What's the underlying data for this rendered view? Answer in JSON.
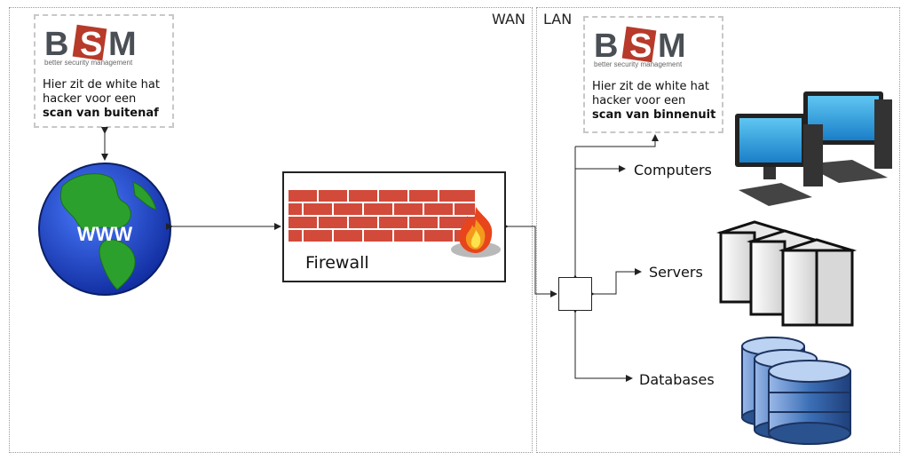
{
  "zones": {
    "wan_label": "WAN",
    "lan_label": "LAN"
  },
  "hacker_outside": {
    "logo_text": "BSM",
    "logo_tagline": "better security management",
    "line1": "Hier zit de white hat",
    "line2": "hacker voor een",
    "line3": "scan van buitenaf"
  },
  "hacker_inside": {
    "logo_text": "BSM",
    "logo_tagline": "better security management",
    "line1": "Hier zit de white hat",
    "line2": "hacker voor een",
    "line3": "scan van binnenuit"
  },
  "internet": {
    "label": "WWW"
  },
  "firewall": {
    "label": "Firewall"
  },
  "lan_nodes": {
    "computers": "Computers",
    "servers": "Servers",
    "databases": "Databases"
  },
  "colors": {
    "brand_red": "#b73a2a",
    "brand_gray": "#4a4f55",
    "globe_ocean": "#1a3fd0",
    "globe_land": "#2ca02c",
    "brick": "#d24a3a",
    "db_blue": "#3b6fb6"
  }
}
